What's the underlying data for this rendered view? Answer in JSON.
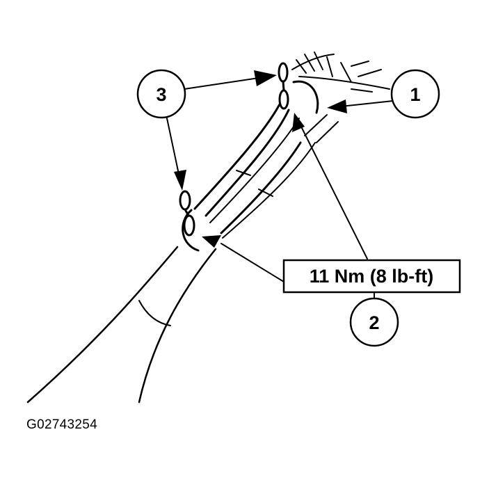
{
  "callouts": {
    "c1": "1",
    "c2": "2",
    "c3": "3"
  },
  "torque_spec": "11 Nm (8 lb-ft)",
  "figure_id": "G02743254",
  "colors": {
    "line": "#000000",
    "background": "#ffffff"
  }
}
